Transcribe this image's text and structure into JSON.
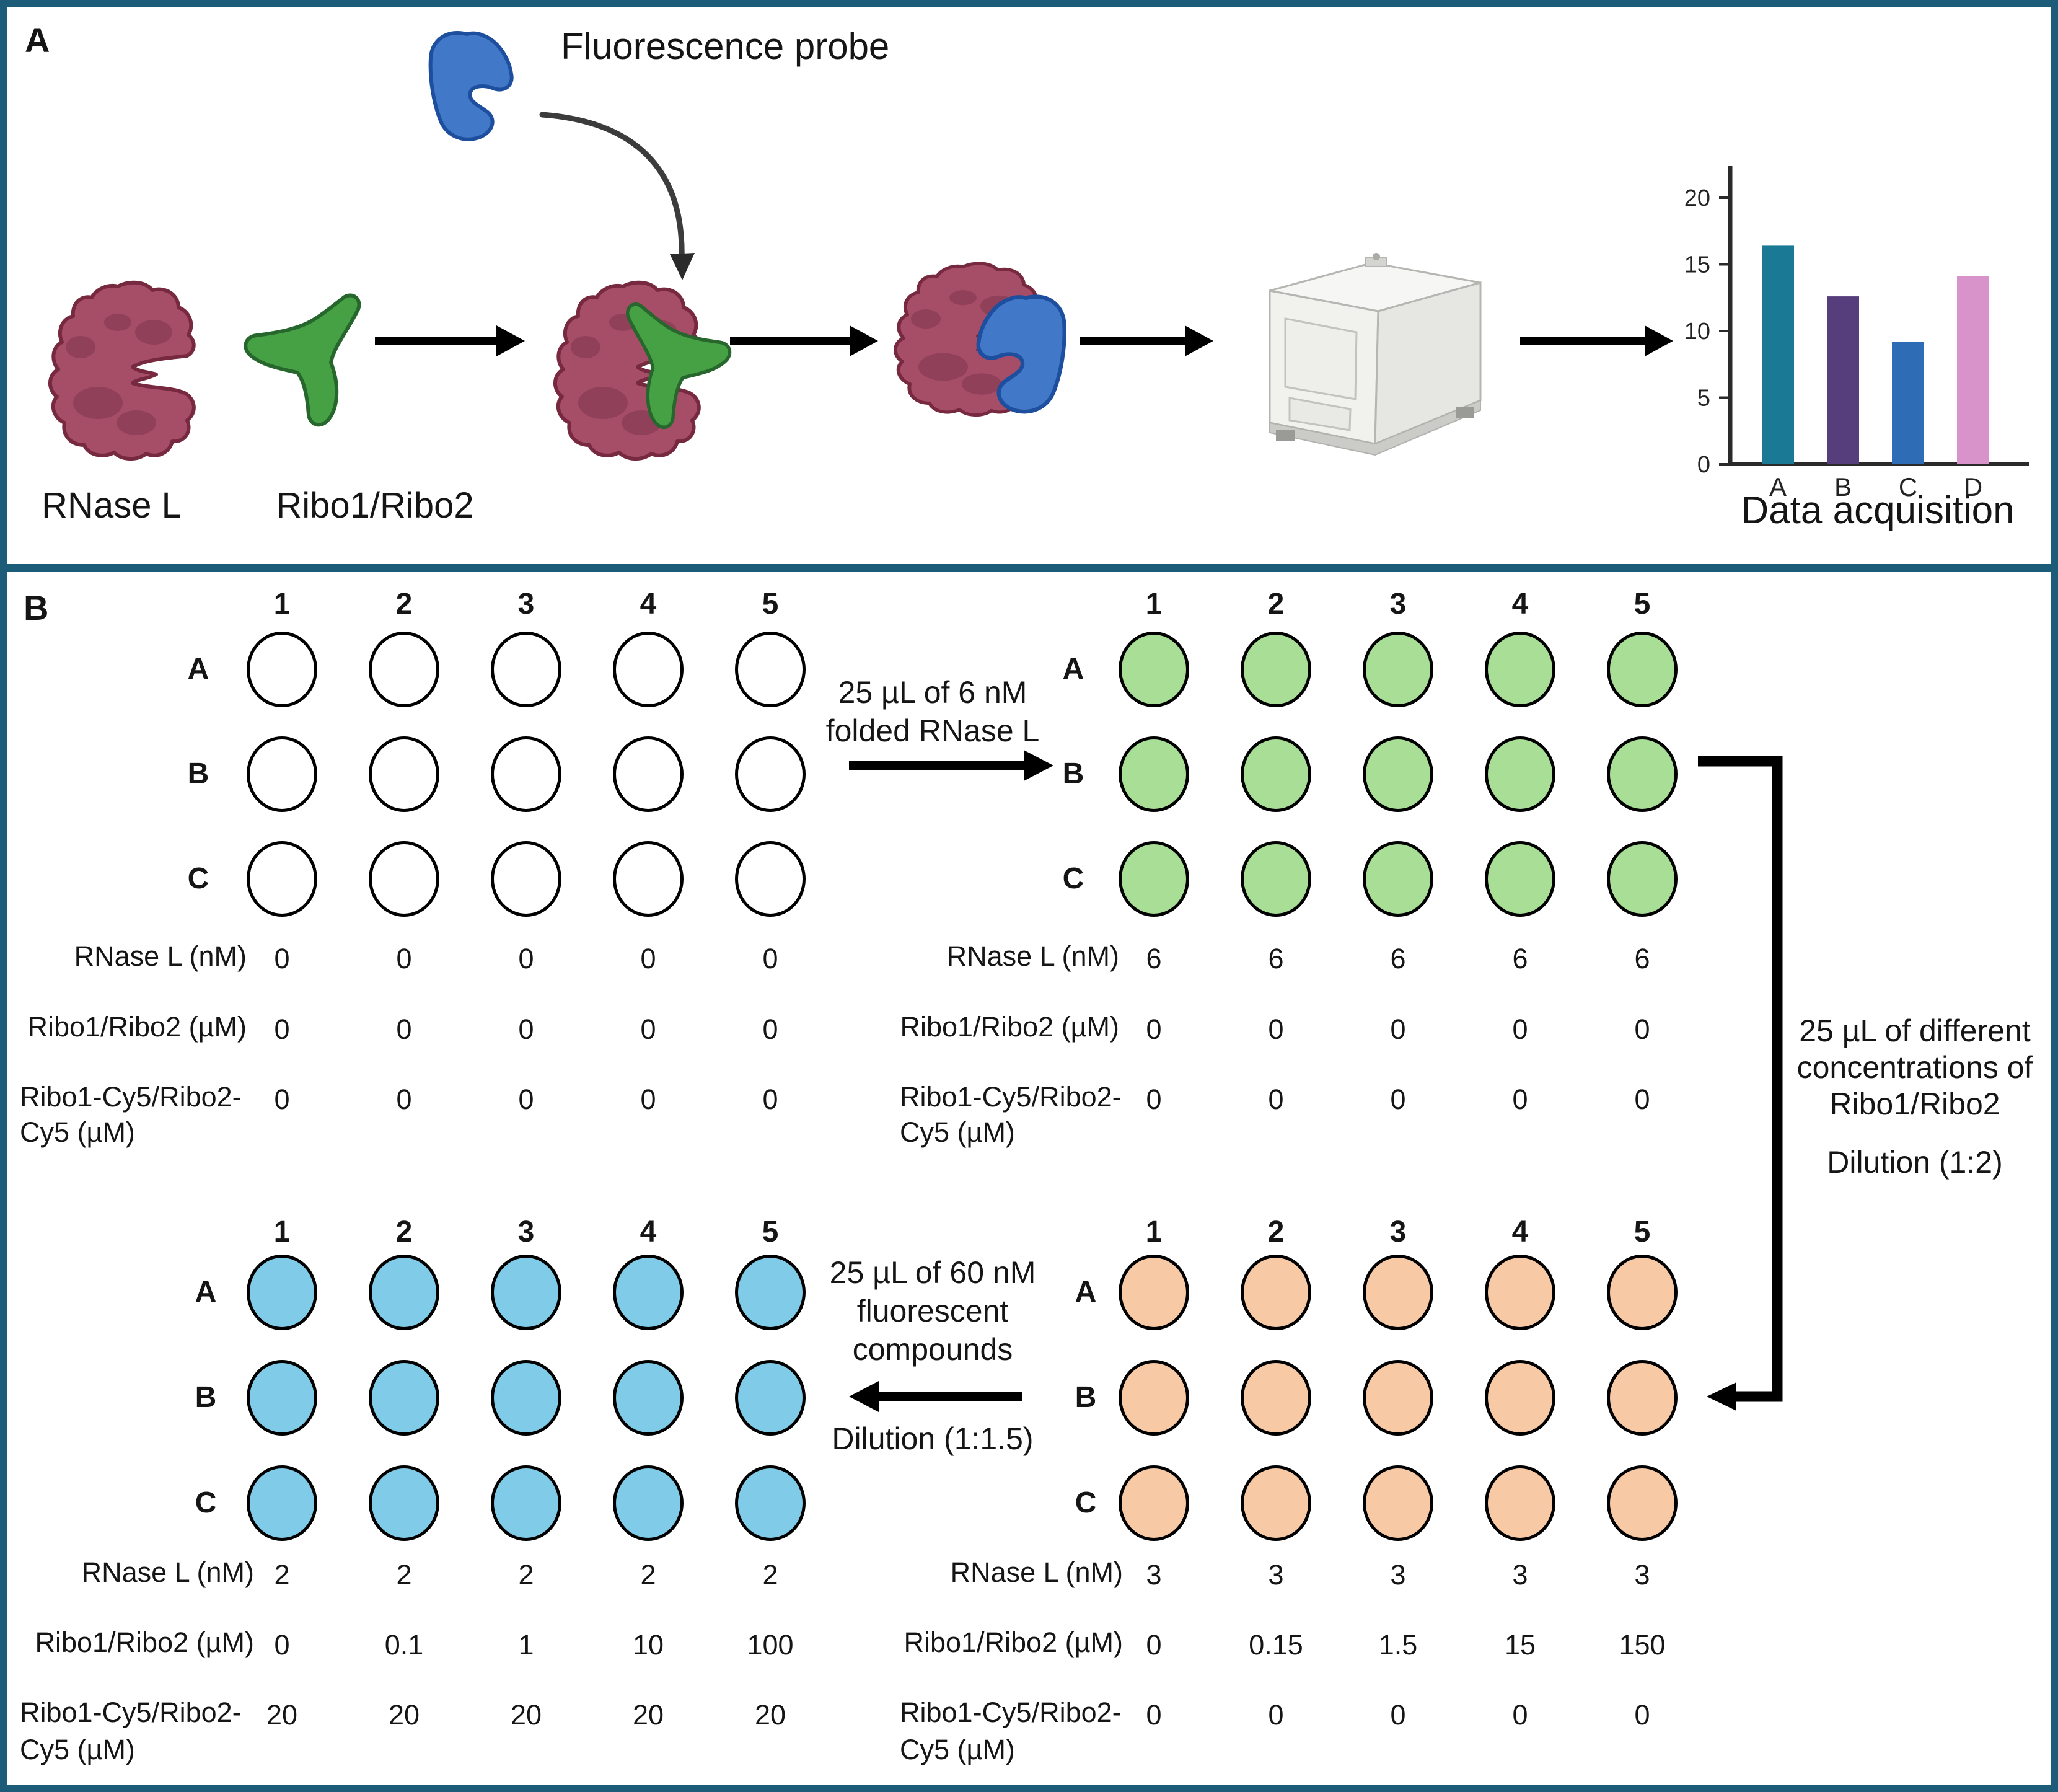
{
  "panelA": {
    "label": "A",
    "probe_label": "Fluorescence probe",
    "rnasel_label": "RNase L",
    "ribo_label": "Ribo1/Ribo2",
    "colors": {
      "border_teal": "#1d5c78",
      "rnasel_fill": "#a64d68",
      "rnasel_patch": "#914059",
      "rnasel_outline": "#77293f",
      "ribo_fill": "#46a145",
      "ribo_outline": "#27662c",
      "probe_fill": "#4278c8",
      "probe_outline": "#1d4f9e",
      "arrow_black": "#000000"
    },
    "chart_data": {
      "type": "bar",
      "categories": [
        "A",
        "B",
        "C",
        "D"
      ],
      "values": [
        16.4,
        12.6,
        9.2,
        14.1
      ],
      "bar_colors": [
        "#1a7a96",
        "#563d7c",
        "#2e6cb6",
        "#d893cb"
      ],
      "title": "Data acquisition",
      "xlabel": "",
      "ylabel": "",
      "yticks": [
        0,
        5,
        10,
        15,
        20
      ],
      "ylim": [
        0,
        22.3
      ],
      "grid": false,
      "legend": "none"
    }
  },
  "panelB": {
    "label": "B",
    "arrow_top": {
      "line1": "25 µL of 6 nM",
      "line2": "folded RNase L"
    },
    "arrow_right": {
      "line1": "25 µL of different",
      "line2": "concentrations of",
      "line3": "Ribo1/Ribo2",
      "line4": "Dilution (1:2)"
    },
    "arrow_bottom": {
      "line1": "25 µL of 60 nM",
      "line2": "fluorescent",
      "line3": "compounds",
      "line4": "Dilution (1:1.5)"
    },
    "plates": [
      {
        "id": "plate-empty",
        "col_labels": [
          "1",
          "2",
          "3",
          "4",
          "5"
        ],
        "row_labels": [
          "A",
          "B",
          "C"
        ],
        "well_fill": "#ffffff",
        "table": [
          {
            "label": "RNase L (nM)",
            "label2": "",
            "values": [
              "0",
              "0",
              "0",
              "0",
              "0"
            ]
          },
          {
            "label": "Ribo1/Ribo2 (µM)",
            "label2": "",
            "values": [
              "0",
              "0",
              "0",
              "0",
              "0"
            ]
          },
          {
            "label": "Ribo1-Cy5/Ribo2-",
            "label2": "Cy5 (µM)",
            "values": [
              "0",
              "0",
              "0",
              "0",
              "0"
            ]
          }
        ]
      },
      {
        "id": "plate-rnasel",
        "col_labels": [
          "1",
          "2",
          "3",
          "4",
          "5"
        ],
        "row_labels": [
          "A",
          "B",
          "C"
        ],
        "well_fill": "#a9de97",
        "table": [
          {
            "label": "RNase L (nM)",
            "label2": "",
            "values": [
              "6",
              "6",
              "6",
              "6",
              "6"
            ]
          },
          {
            "label": "Ribo1/Ribo2 (µM)",
            "label2": "",
            "values": [
              "0",
              "0",
              "0",
              "0",
              "0"
            ]
          },
          {
            "label": "Ribo1-Cy5/Ribo2-",
            "label2": "Cy5 (µM)",
            "values": [
              "0",
              "0",
              "0",
              "0",
              "0"
            ]
          }
        ]
      },
      {
        "id": "plate-fluorescent",
        "col_labels": [
          "1",
          "2",
          "3",
          "4",
          "5"
        ],
        "row_labels": [
          "A",
          "B",
          "C"
        ],
        "well_fill": "#7fcbe8",
        "table": [
          {
            "label": "RNase L (nM)",
            "label2": "",
            "values": [
              "2",
              "2",
              "2",
              "2",
              "2"
            ]
          },
          {
            "label": "Ribo1/Ribo2 (µM)",
            "label2": "",
            "values": [
              "0",
              "0.1",
              "1",
              "10",
              "100"
            ]
          },
          {
            "label": "Ribo1-Cy5/Ribo2-",
            "label2": "Cy5 (µM)",
            "values": [
              "20",
              "20",
              "20",
              "20",
              "20"
            ]
          }
        ]
      },
      {
        "id": "plate-ribo-dilution",
        "col_labels": [
          "1",
          "2",
          "3",
          "4",
          "5"
        ],
        "row_labels": [
          "A",
          "B",
          "C"
        ],
        "well_fill": "#f7c9a5",
        "table": [
          {
            "label": "RNase L (nM)",
            "label2": "",
            "values": [
              "3",
              "3",
              "3",
              "3",
              "3"
            ]
          },
          {
            "label": "Ribo1/Ribo2 (µM)",
            "label2": "",
            "values": [
              "0",
              "0.15",
              "1.5",
              "15",
              "150"
            ]
          },
          {
            "label": "Ribo1-Cy5/Ribo2-",
            "label2": "Cy5 (µM)",
            "values": [
              "0",
              "0",
              "0",
              "0",
              "0"
            ]
          }
        ]
      }
    ]
  }
}
